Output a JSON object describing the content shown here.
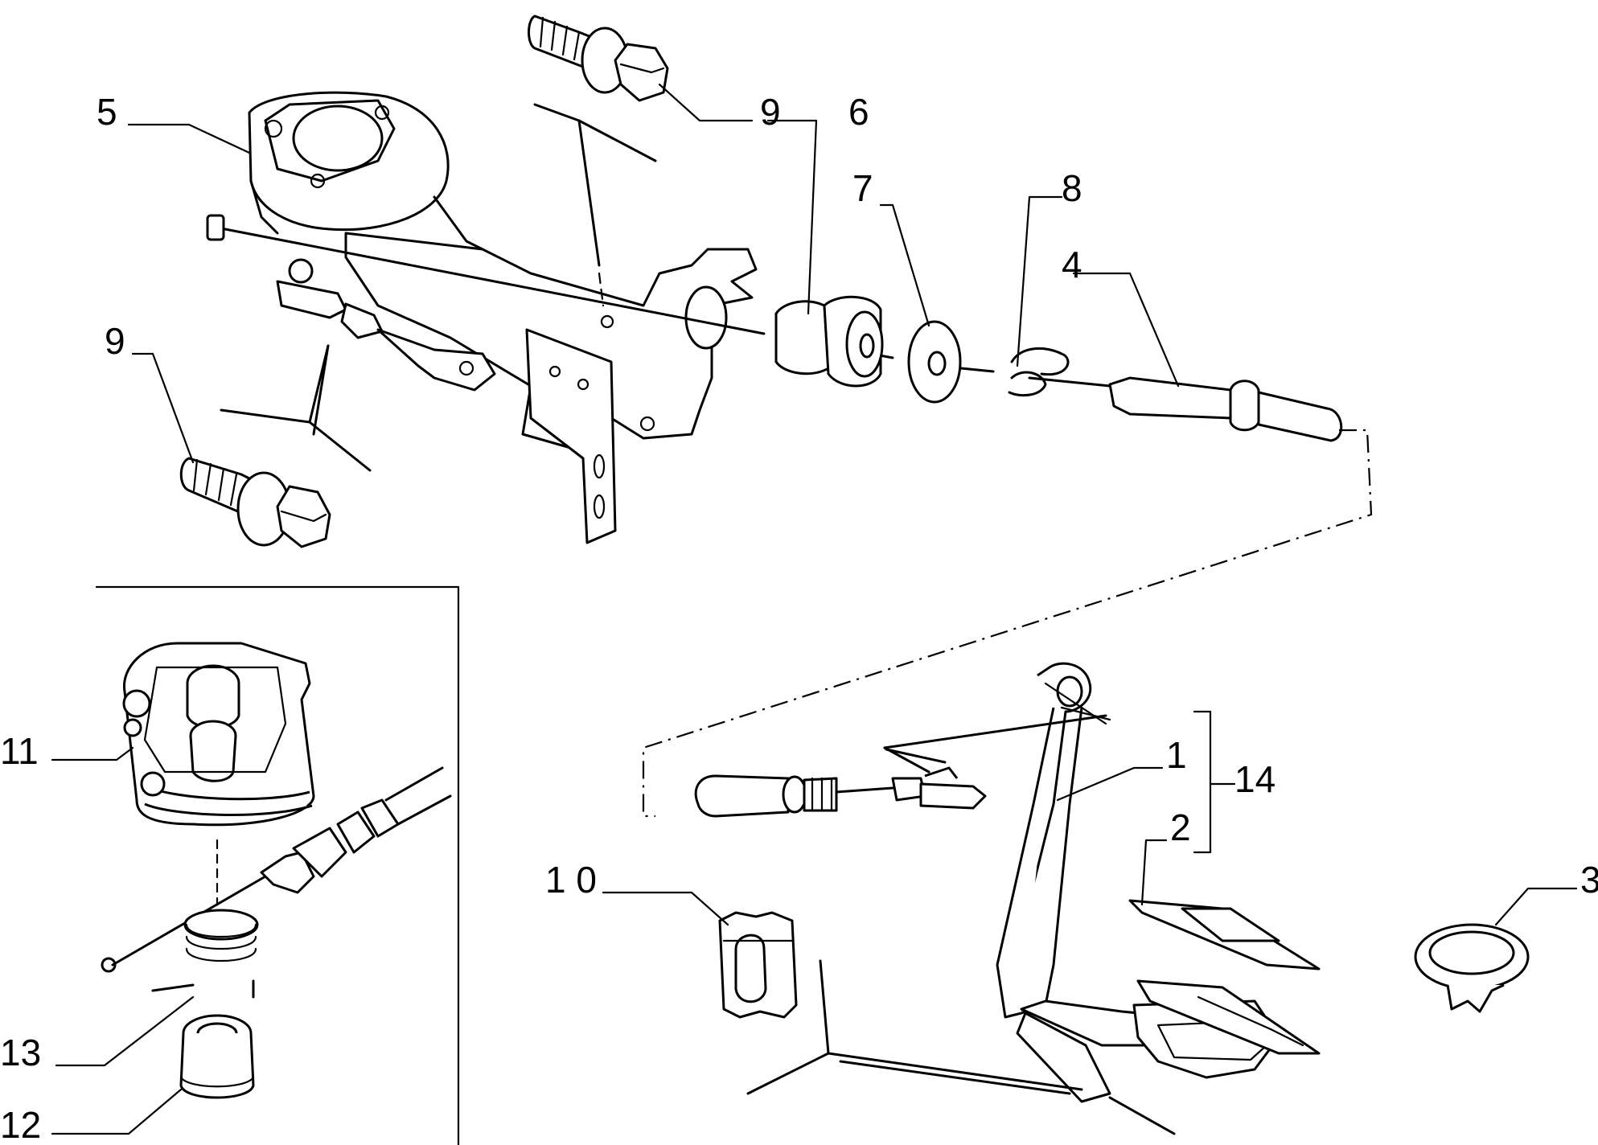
{
  "labels": {
    "l1": "1",
    "l2": "2",
    "l3": "3",
    "l4": "4",
    "l5": "5",
    "l6": "6",
    "l7": "7",
    "l8": "8",
    "l9a": "9",
    "l9b": "9",
    "l10": "1 0",
    "l11": "11",
    "l12": "12",
    "l13": "13",
    "l14": "14"
  }
}
